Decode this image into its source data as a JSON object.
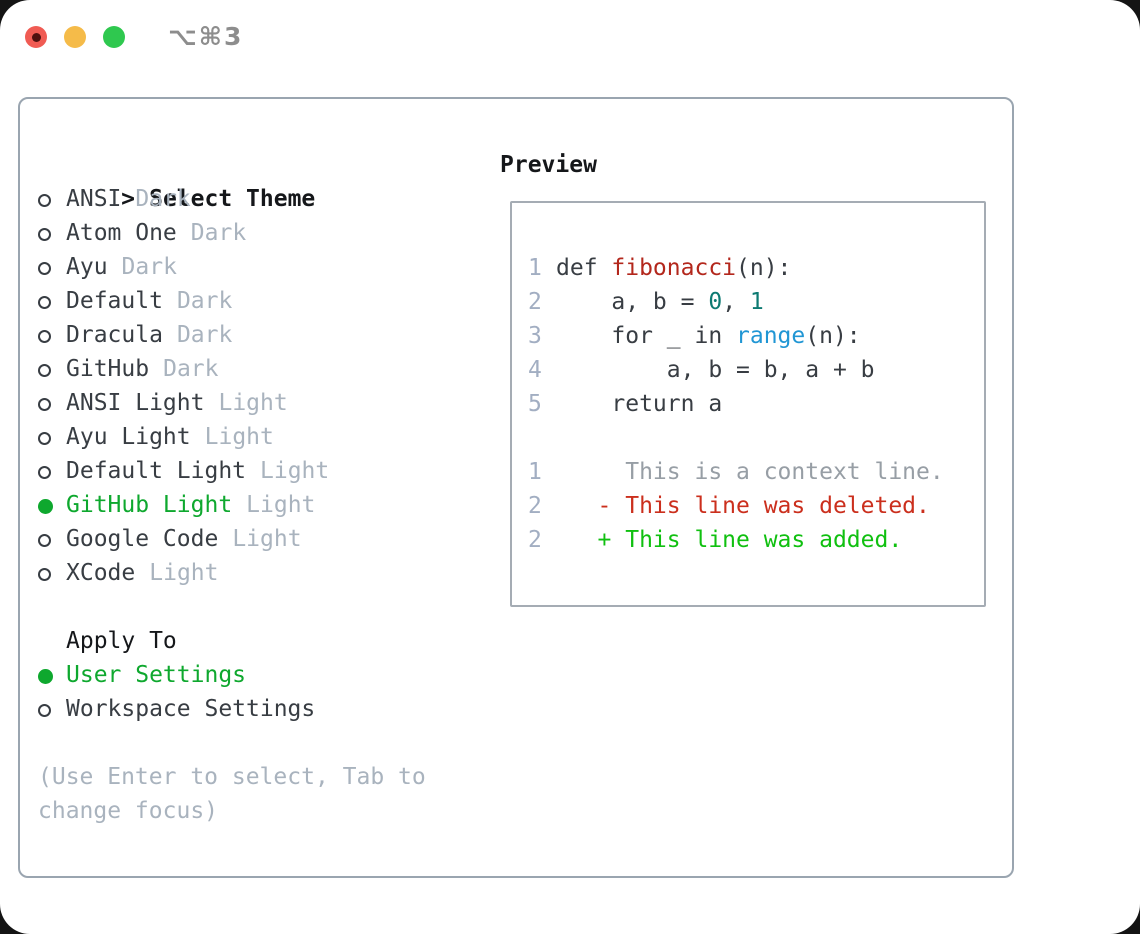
{
  "window": {
    "title": "⌥⌘3",
    "traffic_lights": [
      "close",
      "minimize",
      "zoom"
    ]
  },
  "panel": {
    "theme_section": {
      "prompt": ">",
      "heading": "Select Theme",
      "themes": [
        {
          "name": "ANSI",
          "variant": "Dark",
          "selected": false
        },
        {
          "name": "Atom One",
          "variant": "Dark",
          "selected": false
        },
        {
          "name": "Ayu",
          "variant": "Dark",
          "selected": false
        },
        {
          "name": "Default",
          "variant": "Dark",
          "selected": false
        },
        {
          "name": "Dracula",
          "variant": "Dark",
          "selected": false
        },
        {
          "name": "GitHub",
          "variant": "Dark",
          "selected": false
        },
        {
          "name": "ANSI Light",
          "variant": "Light",
          "selected": false
        },
        {
          "name": "Ayu Light",
          "variant": "Light",
          "selected": false
        },
        {
          "name": "Default Light",
          "variant": "Light",
          "selected": false
        },
        {
          "name": "GitHub Light",
          "variant": "Light",
          "selected": true
        },
        {
          "name": "Google Code",
          "variant": "Light",
          "selected": false
        },
        {
          "name": "XCode",
          "variant": "Light",
          "selected": false
        }
      ]
    },
    "apply_section": {
      "heading": "Apply To",
      "options": [
        {
          "label": "User Settings",
          "selected": true
        },
        {
          "label": "Workspace Settings",
          "selected": false
        }
      ]
    },
    "help_lines": [
      "(Use Enter to select, Tab to",
      "change focus)"
    ],
    "preview": {
      "heading": "Preview",
      "lines": [
        {
          "num": "1",
          "segments": [
            [
              "def ",
              "t"
            ],
            [
              "fibonacci",
              "fn"
            ],
            [
              "(n):",
              "t"
            ]
          ]
        },
        {
          "num": "2",
          "segments": [
            [
              "    a, b = ",
              "t"
            ],
            [
              "0",
              "v"
            ],
            [
              ", ",
              "t"
            ],
            [
              "1",
              "v"
            ]
          ]
        },
        {
          "num": "3",
          "segments": [
            [
              "    for _ in ",
              "t"
            ],
            [
              "range",
              "b"
            ],
            [
              "(n):",
              "t"
            ]
          ]
        },
        {
          "num": "4",
          "segments": [
            [
              "        a, b = b, a + b",
              "t"
            ]
          ]
        },
        {
          "num": "5",
          "segments": [
            [
              "    return a",
              "t"
            ]
          ]
        },
        {
          "num": "",
          "segments": []
        },
        {
          "num": "1",
          "segments": [
            [
              "     This is a context line.",
              "c"
            ]
          ]
        },
        {
          "num": "2",
          "segments": [
            [
              "   - This line was deleted.",
              "d"
            ]
          ]
        },
        {
          "num": "2",
          "segments": [
            [
              "   + This line was added.",
              "a"
            ]
          ]
        }
      ]
    }
  },
  "colors": {
    "outside": "#141414",
    "window": "#ffffff",
    "tlred": "#f05b53",
    "tlreddot": "#4f100e",
    "tlyellow": "#f5bb49",
    "tlgreen": "#2fc84f",
    "titlegray": "#8d8d8d",
    "panelborder": "#9aa5b0",
    "boxborder": "#a5acb4",
    "heading": "#15171a",
    "text": "#383d43",
    "tag": "#a9b3be",
    "help": "#a9b3be",
    "linenum": "#a2aec2",
    "ctx": "#979ea5",
    "green": "#0ea82e",
    "addgreen": "#10c010",
    "delred": "#cb2f1d",
    "funcred": "#b3271c",
    "teal": "#0d7a72",
    "blue": "#2096d4"
  }
}
